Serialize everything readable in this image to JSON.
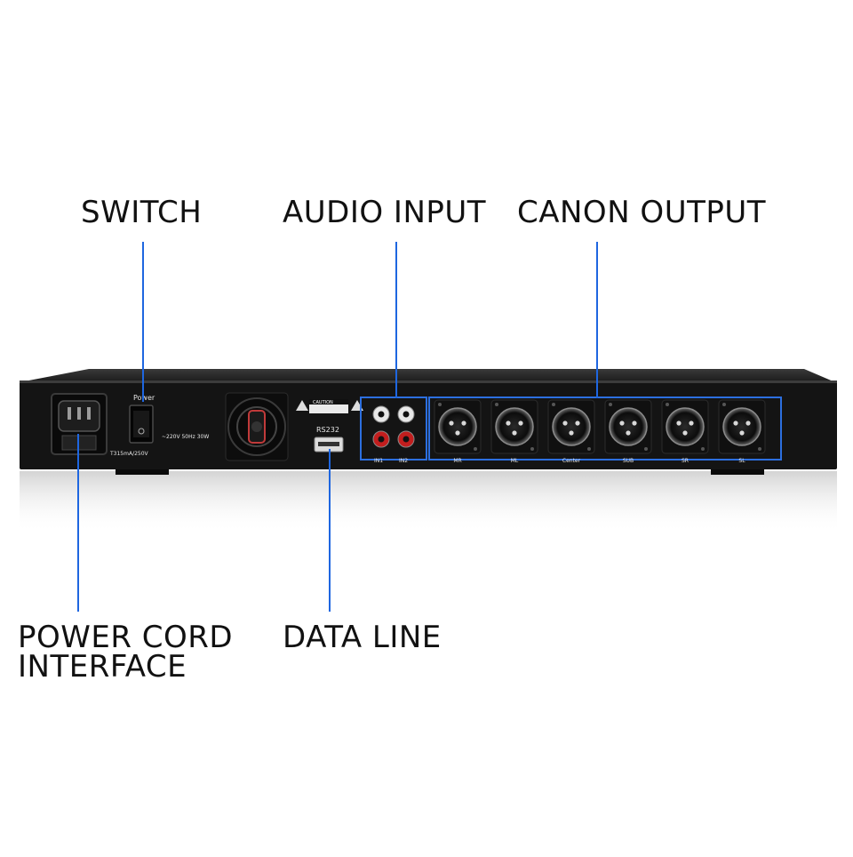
{
  "callouts": {
    "switch": "SWITCH",
    "audio_input": "AUDIO INPUT",
    "canon_output": "CANON OUTPUT",
    "power_cord_line1": "POWER CORD",
    "power_cord_line2": "INTERFACE",
    "data_line": "DATA LINE"
  },
  "panel": {
    "power_label": "Power",
    "voltage_label": "~220V 50Hz 30W",
    "fuse_label": "T315mA/250V",
    "caution_label": "CAUTION",
    "rs232_label": "RS232",
    "input_labels": [
      "IN1",
      "IN2"
    ],
    "output_labels": [
      "MR",
      "ML",
      "Center",
      "SUB",
      "SR",
      "SL"
    ]
  },
  "colors": {
    "accent_line": "#1e66e0",
    "chassis": "#141414"
  }
}
